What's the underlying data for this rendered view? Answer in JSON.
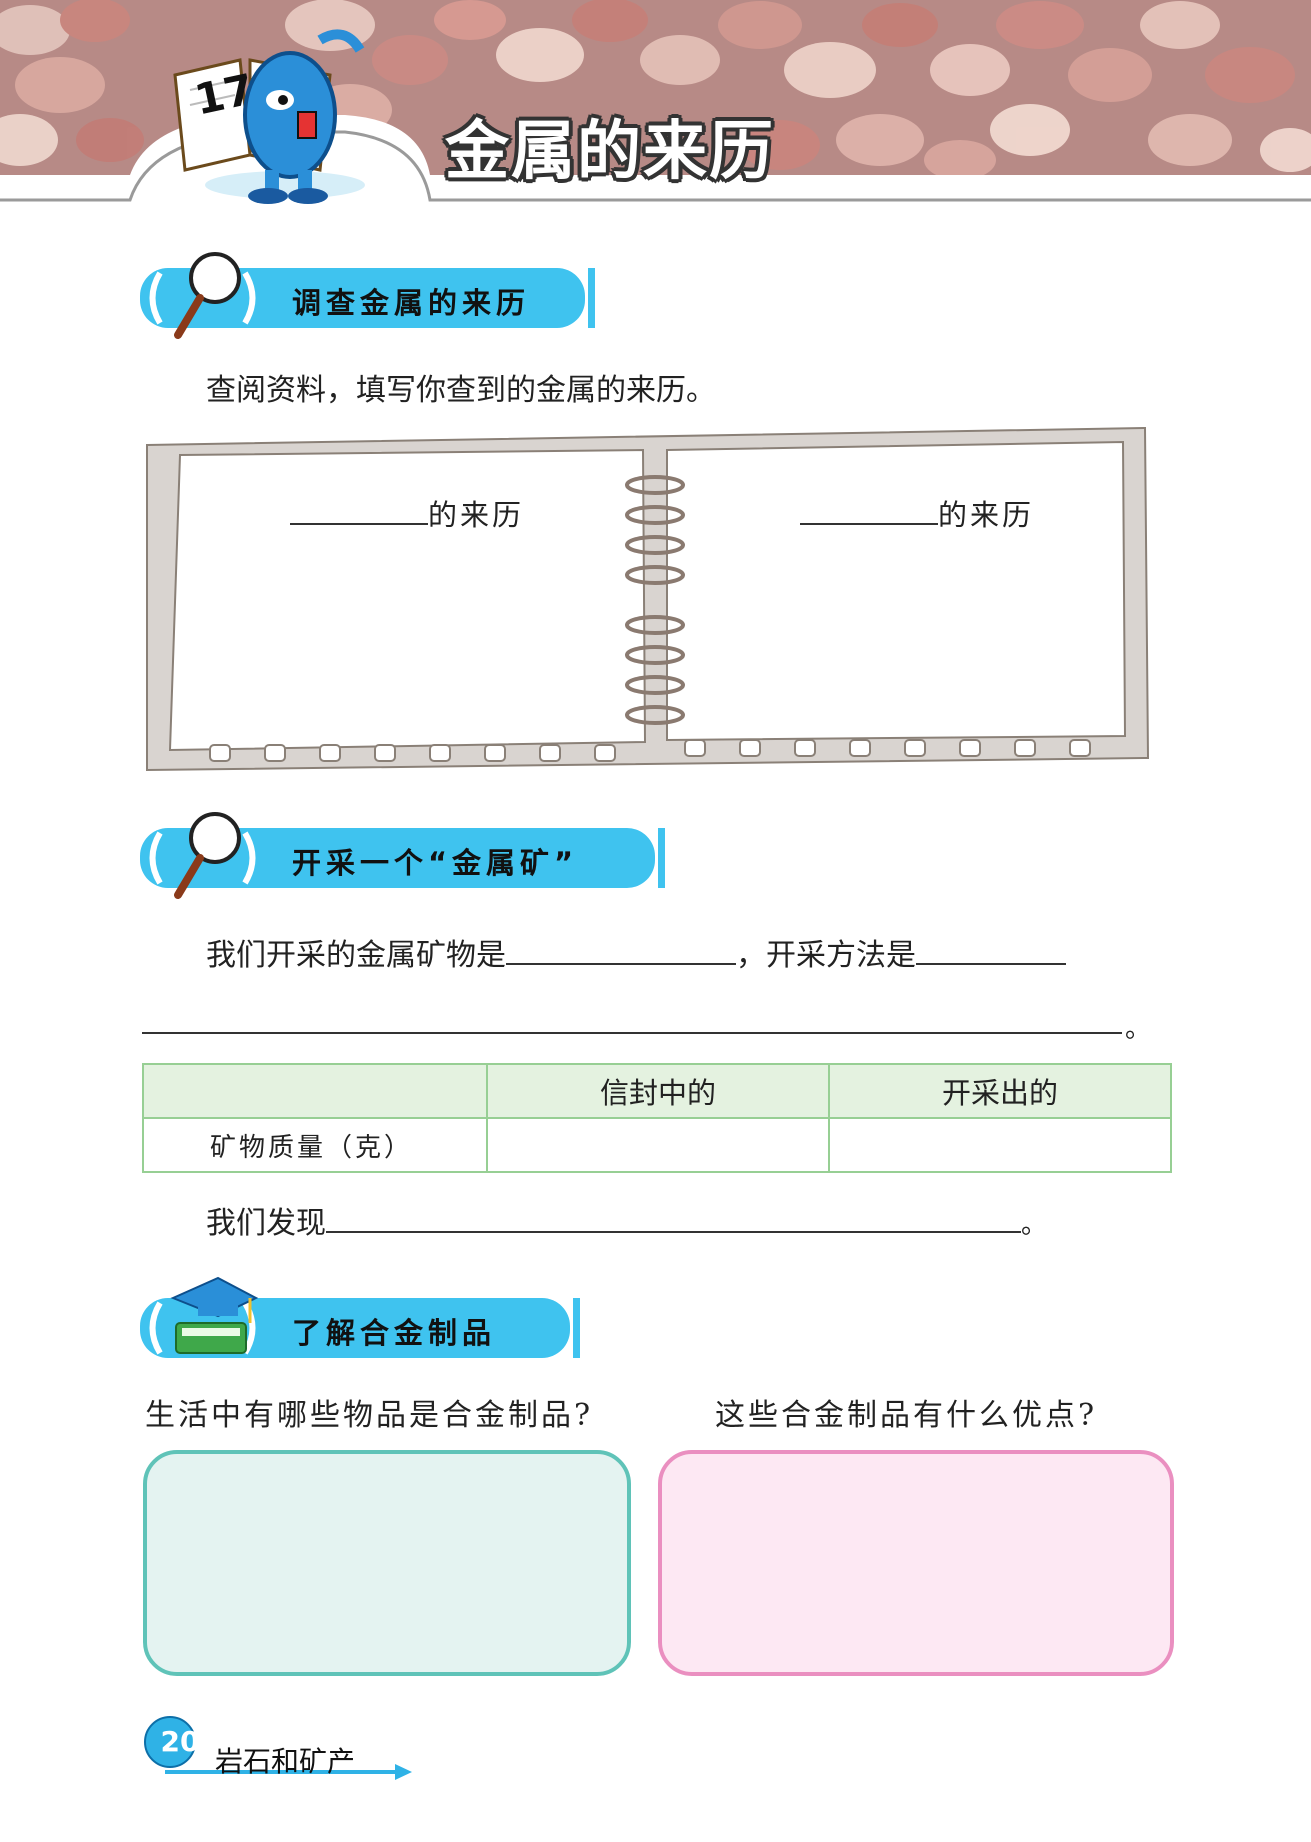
{
  "lesson": {
    "number": "17",
    "title": "金属的来历"
  },
  "section1": {
    "title": "调查金属的来历",
    "prompt": "查阅资料，填写你查到的金属的来历。",
    "left_label": "的来历",
    "right_label": "的来历"
  },
  "section2": {
    "title": "开采一个“金属矿”",
    "sentence_part1": "我们开采的金属矿物是",
    "sentence_part2": "，开采方法是",
    "end_mark": "。",
    "table": {
      "headers": [
        "",
        "信封中的",
        "开采出的"
      ],
      "rows": [
        {
          "label": "矿物质量（克）",
          "cells": [
            "",
            ""
          ]
        }
      ]
    },
    "finding_prefix": "我们发现",
    "finding_end": "。"
  },
  "section3": {
    "title": "了解合金制品",
    "question_left": "生活中有哪些物品是合金制品?",
    "question_right": "这些合金制品有什么优点?"
  },
  "footer": {
    "page_number": "20",
    "unit": "岩石和矿产"
  },
  "colors": {
    "section_bar": "#3fc3ef",
    "table_border": "#97cf94",
    "box_left_fill": "#e4f3f1",
    "box_left_border": "#5fc3b8",
    "box_right_fill": "#fde8f3",
    "box_right_border": "#ea8fc0"
  }
}
